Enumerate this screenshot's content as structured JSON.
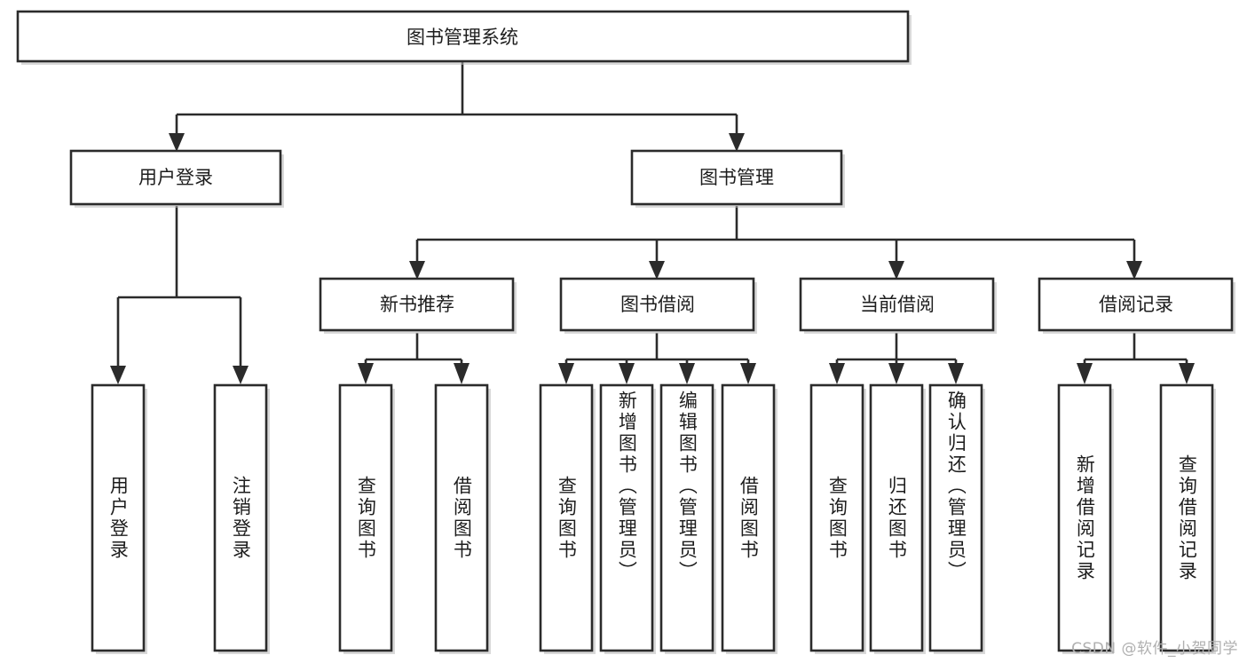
{
  "diagram": {
    "type": "tree-hierarchy",
    "title": "图书管理系统",
    "root": {
      "label": "图书管理系统",
      "children": [
        {
          "label": "用户登录",
          "children": [
            {
              "label": "用户登录"
            },
            {
              "label": "注销登录"
            }
          ]
        },
        {
          "label": "图书管理",
          "children": [
            {
              "label": "新书推荐",
              "children": [
                {
                  "label": "查询图书"
                },
                {
                  "label": "借阅图书"
                }
              ]
            },
            {
              "label": "图书借阅",
              "children": [
                {
                  "label": "查询图书"
                },
                {
                  "label": "新增图书（管理员）"
                },
                {
                  "label": "编辑图书（管理员）"
                },
                {
                  "label": "借阅图书"
                }
              ]
            },
            {
              "label": "当前借阅",
              "children": [
                {
                  "label": "查询图书"
                },
                {
                  "label": "归还图书"
                },
                {
                  "label": "确认归还（管理员）"
                }
              ]
            },
            {
              "label": "借阅记录",
              "children": [
                {
                  "label": "新增借阅记录"
                },
                {
                  "label": "查询借阅记录"
                }
              ]
            }
          ]
        }
      ]
    }
  },
  "nodes": {
    "root": {
      "label": "图书管理系统"
    },
    "level2": [
      {
        "id": "user-login",
        "label": "用户登录"
      },
      {
        "id": "book-manage",
        "label": "图书管理"
      }
    ],
    "level3": [
      {
        "id": "new-book-rec",
        "label": "新书推荐"
      },
      {
        "id": "book-borrow",
        "label": "图书借阅"
      },
      {
        "id": "current-borrow",
        "label": "当前借阅"
      },
      {
        "id": "borrow-record",
        "label": "借阅记录"
      }
    ],
    "leaves": [
      {
        "id": "leaf-user-login",
        "label": "用户登录"
      },
      {
        "id": "leaf-logout",
        "label": "注销登录"
      },
      {
        "id": "leaf-query-book-1",
        "label": "查询图书"
      },
      {
        "id": "leaf-borrow-book-1",
        "label": "借阅图书"
      },
      {
        "id": "leaf-query-book-2",
        "label": "查询图书"
      },
      {
        "id": "leaf-add-book",
        "label": "新增图书（管理员）"
      },
      {
        "id": "leaf-edit-book",
        "label": "编辑图书（管理员）"
      },
      {
        "id": "leaf-borrow-book-2",
        "label": "借阅图书"
      },
      {
        "id": "leaf-query-book-3",
        "label": "查询图书"
      },
      {
        "id": "leaf-return-book",
        "label": "归还图书"
      },
      {
        "id": "leaf-confirm-return",
        "label": "确认归还（管理员）"
      },
      {
        "id": "leaf-add-record",
        "label": "新增借阅记录"
      },
      {
        "id": "leaf-query-record",
        "label": "查询借阅记录"
      }
    ]
  },
  "watermark": {
    "text": "CSDN @软件_小贺同学"
  },
  "colors": {
    "stroke": "#2b2b2b",
    "fill": "#ffffff",
    "text": "#1d1d1d",
    "shadow": "#b9b9b9",
    "watermark": "#b0b0b0",
    "background": "#ffffff"
  }
}
